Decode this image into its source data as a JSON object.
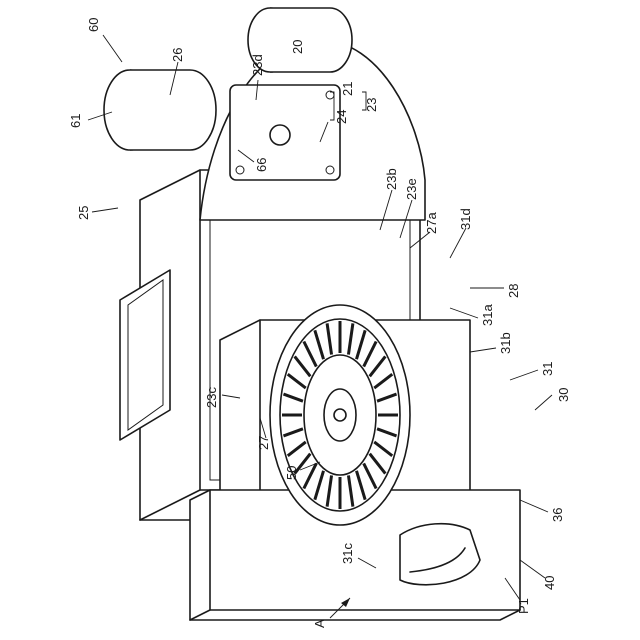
{
  "labels": {
    "l60": "60",
    "l26": "26",
    "l23d": "23d",
    "l20": "20",
    "l21": "21",
    "l23": "23",
    "l24": "24",
    "l61": "61",
    "l66": "66",
    "l25": "25",
    "l23b": "23b",
    "l23e": "23e",
    "l27a": "27a",
    "l31d": "31d",
    "l28": "28",
    "l31a": "31a",
    "l31b": "31b",
    "l31": "31",
    "l30": "30",
    "l23c": "23c",
    "l27": "27",
    "l50": "50",
    "l36": "36",
    "l31c": "31c",
    "l40": "40",
    "l P1": "P1",
    "lA": "A"
  }
}
